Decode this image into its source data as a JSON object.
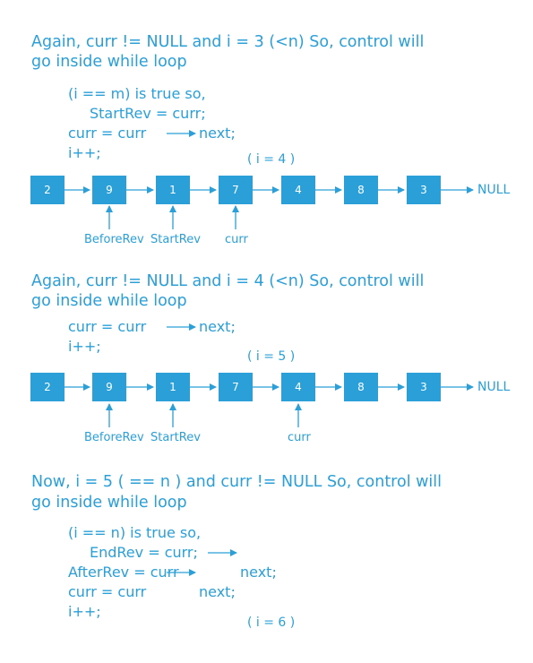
{
  "colors": {
    "accent": "#2a9fd8",
    "node_text": "#ffffff",
    "background": "#ffffff"
  },
  "section1": {
    "heading_line1": "Again,  curr != NULL  and  i = 3 (<n)  So, control will",
    "heading_line2": "go inside while loop",
    "code": [
      "(i == m) is true so,",
      "StartRev = curr;",
      "curr = curr",
      "next;",
      "i++;"
    ],
    "counter": "( i = 4 )",
    "nodes": [
      "2",
      "9",
      "1",
      "7",
      "4",
      "8",
      "3"
    ],
    "null_label": "NULL",
    "pointers": [
      "BeforeRev",
      "StartRev",
      "curr"
    ]
  },
  "section2": {
    "heading_line1": "Again,  curr != NULL  and  i = 4 (<n)  So, control will",
    "heading_line2": "go inside while loop",
    "code": [
      "curr = curr",
      "next;",
      "i++;"
    ],
    "counter": "( i = 5 )",
    "nodes": [
      "2",
      "9",
      "1",
      "7",
      "4",
      "8",
      "3"
    ],
    "null_label": "NULL",
    "pointers": [
      "BeforeRev",
      "StartRev",
      "curr"
    ]
  },
  "section3": {
    "heading_line1": "Now,  i = 5 ( == n )  and curr != NULL  So, control will",
    "heading_line2": "go inside while loop",
    "code": [
      "(i == n) is true so,",
      "EndRev = curr;",
      "AfterRev = curr",
      "next;",
      "curr = curr",
      "next;",
      "i++;"
    ],
    "counter": "( i = 6 )"
  }
}
